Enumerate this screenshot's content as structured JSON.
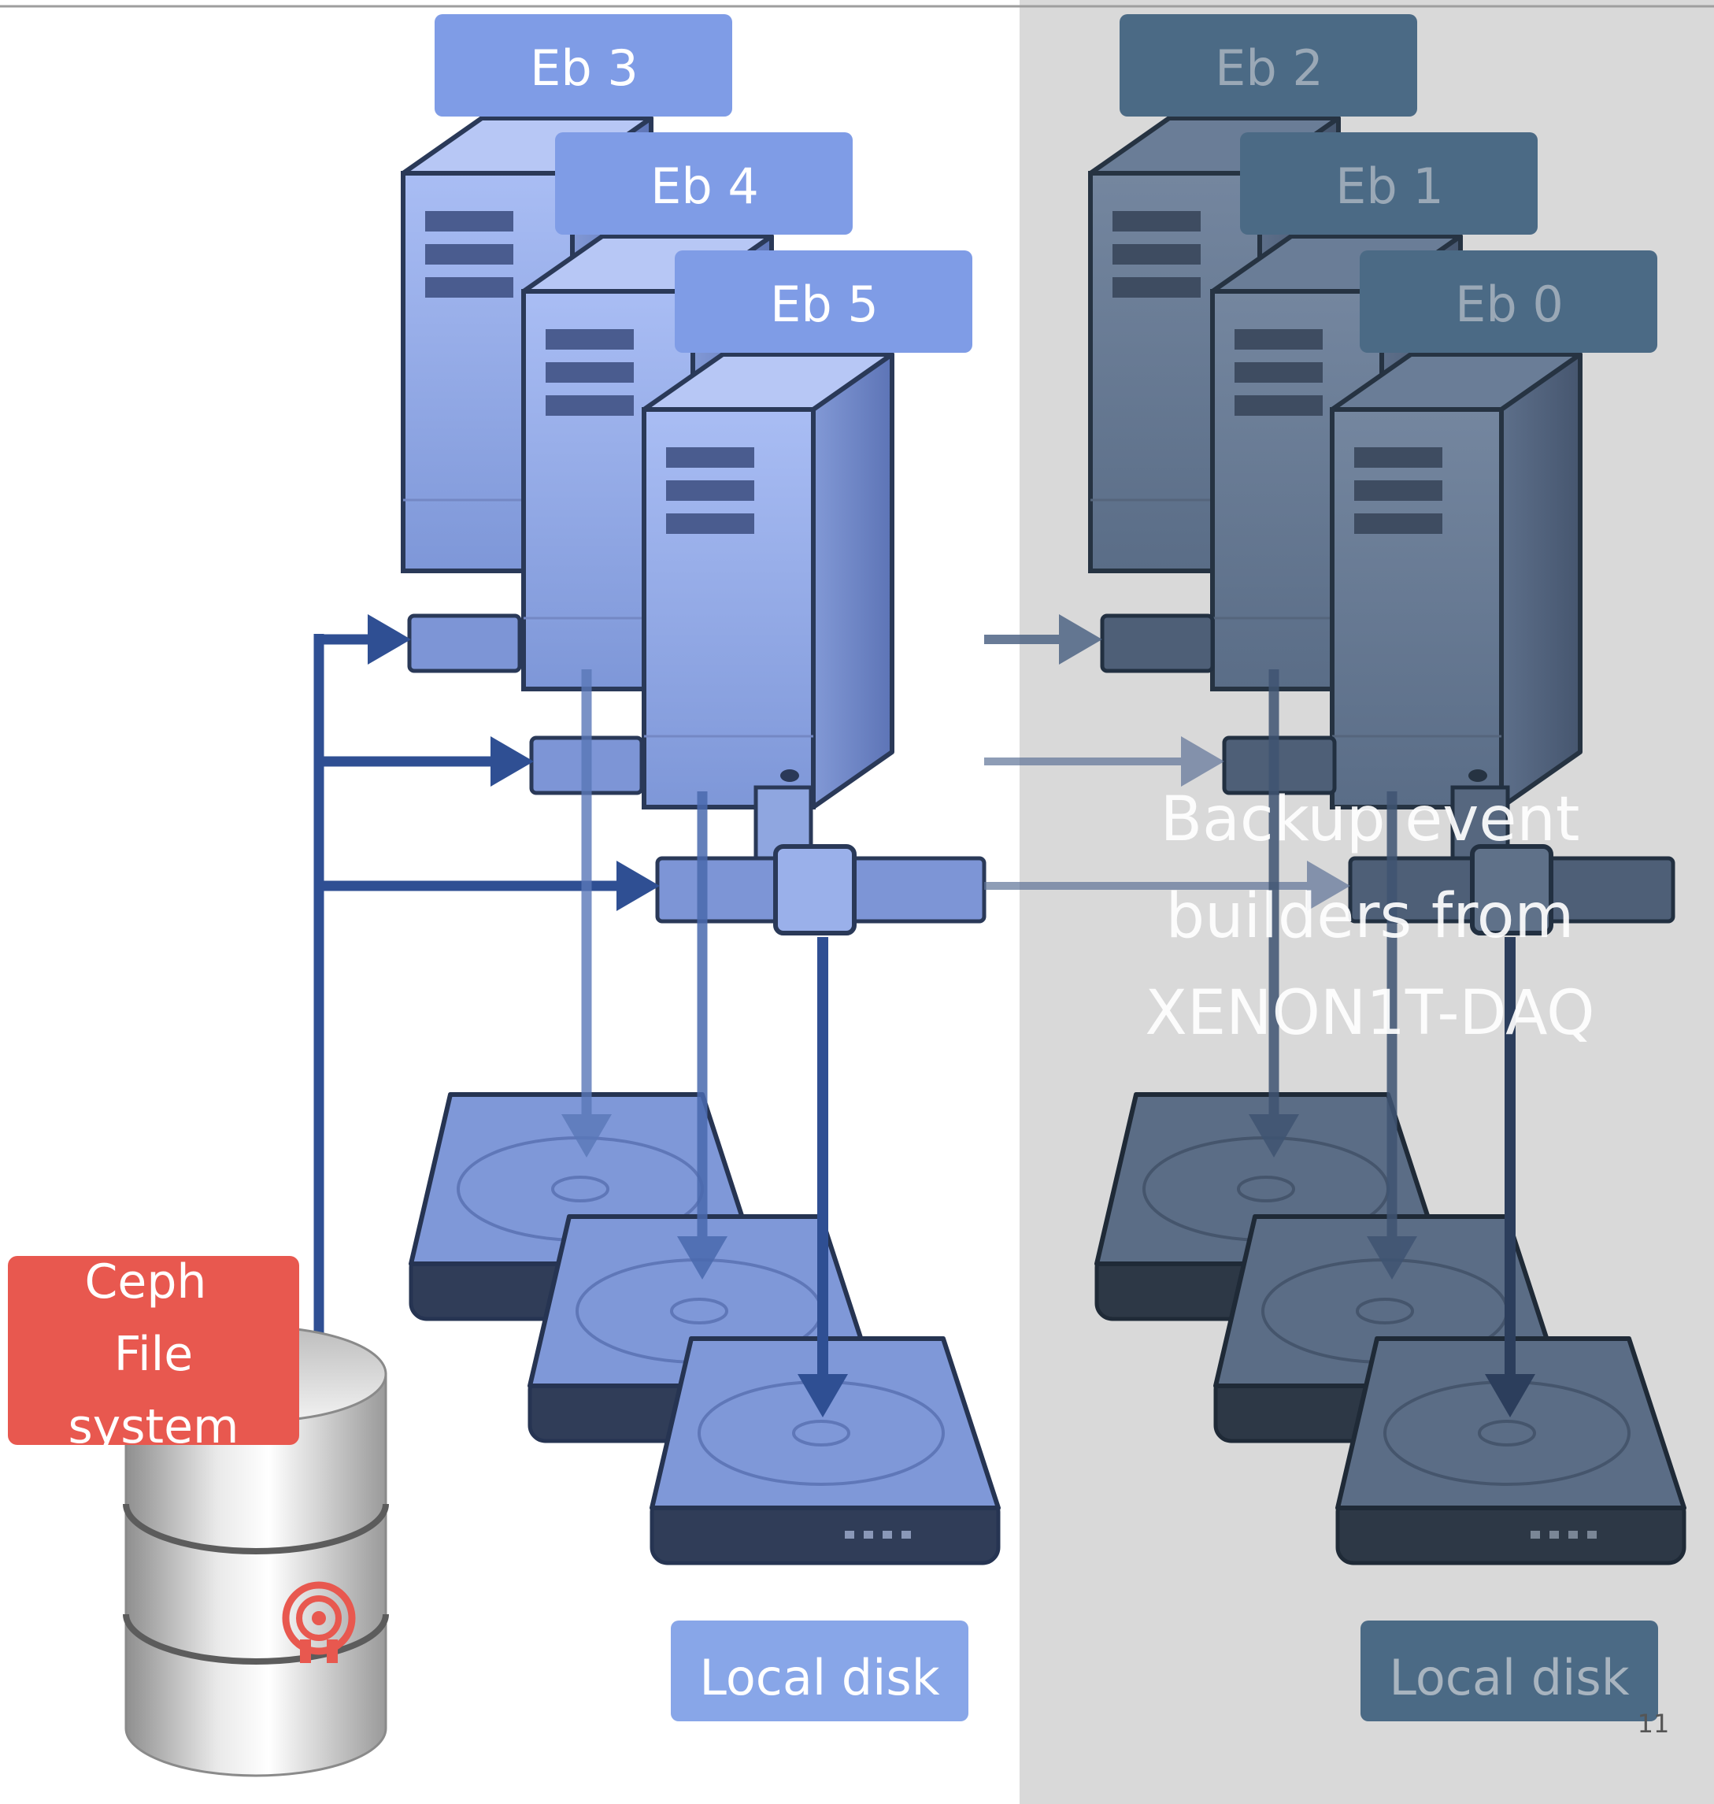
{
  "primary_group": {
    "builders": [
      "Eb 3",
      "Eb 4",
      "Eb 5"
    ],
    "disk_label": "Local disk",
    "color": "#6f8fd6"
  },
  "backup_group": {
    "builders": [
      "Eb 2",
      "Eb 1",
      "Eb 0"
    ],
    "disk_label": "Local disk",
    "caption_lines": [
      "Backup event",
      "builders from",
      "XENON1T-DAQ"
    ],
    "color": "#4b6a85"
  },
  "storage": {
    "label_lines": [
      "Ceph",
      "File",
      "system"
    ],
    "color": "#e8584f",
    "icon": "ceph-logo-icon"
  },
  "arrow_color": "#2f4f93",
  "page_number": "11"
}
